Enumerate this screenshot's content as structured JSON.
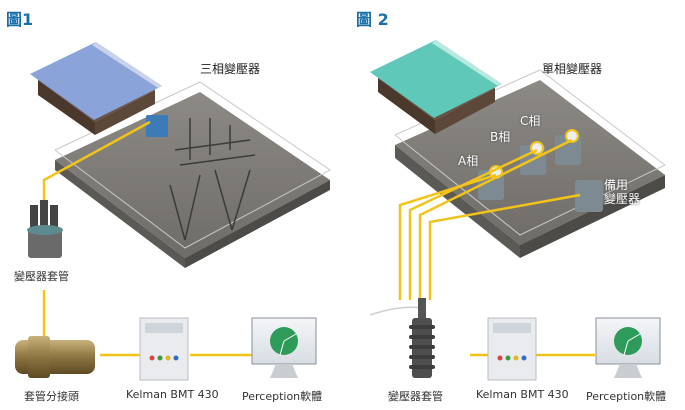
{
  "figure1": {
    "title": "圖1",
    "transformer_label": "三相變壓器",
    "bushing_label": "變壓器套管",
    "tap_label": "套管分接頭",
    "device_label": "Kelman BMT 430",
    "software_label": "Perception軟體"
  },
  "figure2": {
    "title": "圖 2",
    "transformer_label": "單相變壓器",
    "phase_a": "A相",
    "phase_b": "B相",
    "phase_c": "C相",
    "spare_label_line1": "備用",
    "spare_label_line2": "變壓器",
    "bushing_label": "變壓器套管",
    "device_label": "Kelman BMT 430",
    "software_label": "Perception軟體"
  },
  "colors": {
    "accent": "#1b6fa8",
    "cable": "#f2c318",
    "roof1": "#8aa3d8",
    "roof2": "#5fc8b8"
  }
}
